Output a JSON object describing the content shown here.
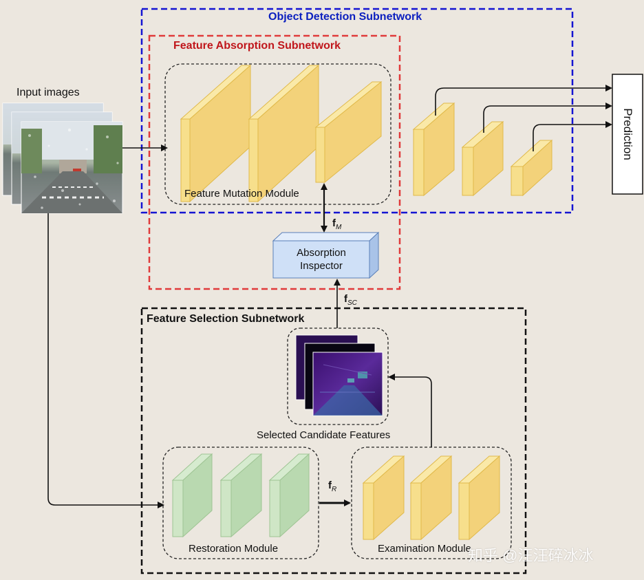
{
  "titles": {
    "object_detection": "Object Detection Subnetwork",
    "feature_absorption": "Feature Absorption Subnetwork",
    "feature_selection": "Feature Selection Subnetwork"
  },
  "labels": {
    "input_images": "Input images",
    "feature_mutation": "Feature Mutation Module",
    "absorption_inspector": "Absorption\nInspector",
    "prediction": "Prediction",
    "selected_candidates": "Selected Candidate Features",
    "restoration": "Restoration Module",
    "examination": "Examination Module"
  },
  "symbols": {
    "f_m": {
      "base": "f",
      "sub": "M"
    },
    "f_sc": {
      "base": "f",
      "sub": "SC"
    },
    "f_r": {
      "base": "f",
      "sub": "R"
    }
  },
  "watermark": "知乎 @汪汪碎冰冰",
  "colors": {
    "blue_border": "#1414d2",
    "red_border": "#e03a3a",
    "yellow_block": "#f3d27a",
    "green_block": "#b9d9b0",
    "inspector_fill": "#cfe0f7"
  }
}
